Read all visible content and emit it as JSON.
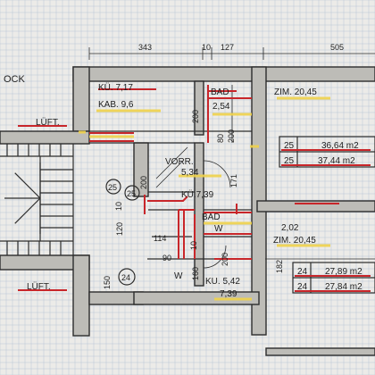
{
  "header": {
    "floor_label": "OCK"
  },
  "dimensions_top": {
    "d1": "343",
    "d2": "10",
    "d3": "127",
    "d4": "505"
  },
  "dimensions_side": {
    "v200a": "200",
    "v80": "80",
    "v200b": "200",
    "v171": "171",
    "v120": "120",
    "v114": "114",
    "v90": "90",
    "v150": "150",
    "v160": "160",
    "v182": "182",
    "v200c": "200",
    "v200d": "200",
    "v10": "10",
    "v10b": "10"
  },
  "labels": {
    "luft_top": "LÜFT.",
    "luft_bottom": "LÜFT.",
    "ku_717": "KÜ. 7,17",
    "kab_96": "KAB. 9,6",
    "bad_top": "BAD",
    "bad_top_val": "2,54",
    "zim_top": "ZIM. 20,45",
    "vorr": "VORR.",
    "vorr_val": "5,34",
    "ku_739": "KÜ.7,39",
    "bad_mid": "BAD",
    "w": "W",
    "w2": "W",
    "zim_mid": "ZIM. 20,45",
    "area_202": "2,02",
    "ku_542": "KU. 5,42",
    "val_739": "7,39",
    "circle_25a": "25",
    "circle_25b": "25",
    "circle_24": "24"
  },
  "tables": {
    "upper": [
      {
        "no": "25",
        "area": "36,64 m2"
      },
      {
        "no": "25",
        "area": "37,44 m2"
      }
    ],
    "lower": [
      {
        "no": "24",
        "area": "27,89 m2"
      },
      {
        "no": "24",
        "area": "27,84 m2"
      }
    ]
  }
}
